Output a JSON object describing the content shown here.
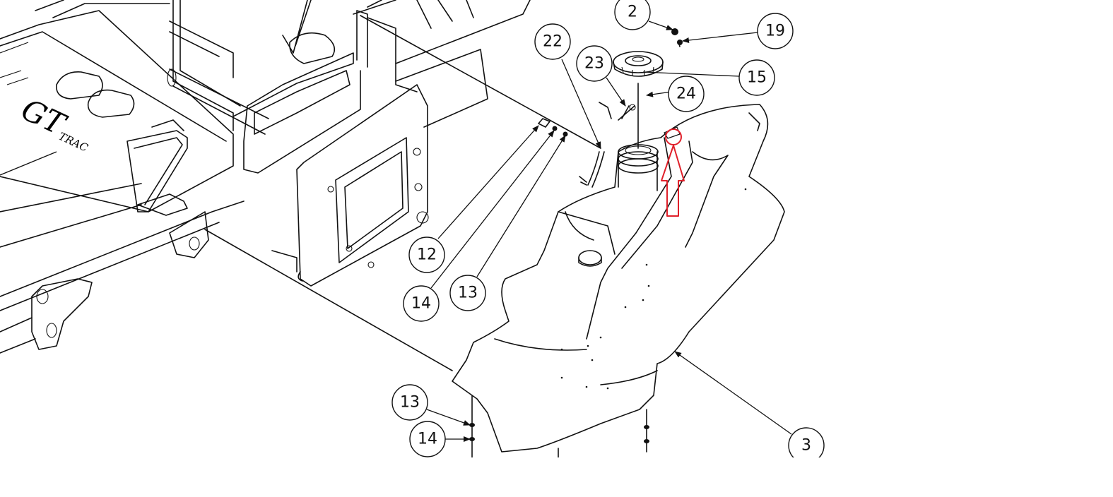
{
  "logo_text": "GT TRAC",
  "colors": {
    "line": "#111111",
    "highlight": "#e0202a",
    "background": "#ffffff"
  },
  "callouts": [
    {
      "id": "c2",
      "label": "2"
    },
    {
      "id": "c19",
      "label": "19"
    },
    {
      "id": "c22",
      "label": "22"
    },
    {
      "id": "c23",
      "label": "23"
    },
    {
      "id": "c15",
      "label": "15"
    },
    {
      "id": "c24",
      "label": "24"
    },
    {
      "id": "c12",
      "label": "12"
    },
    {
      "id": "c14a",
      "label": "14"
    },
    {
      "id": "c13a",
      "label": "13"
    },
    {
      "id": "c13b",
      "label": "13"
    },
    {
      "id": "c14b",
      "label": "14"
    },
    {
      "id": "c3",
      "label": "3"
    }
  ],
  "highlight": {
    "shape": "circle-with-up-arrow",
    "target": "fuel-tank-vent-fitting"
  }
}
